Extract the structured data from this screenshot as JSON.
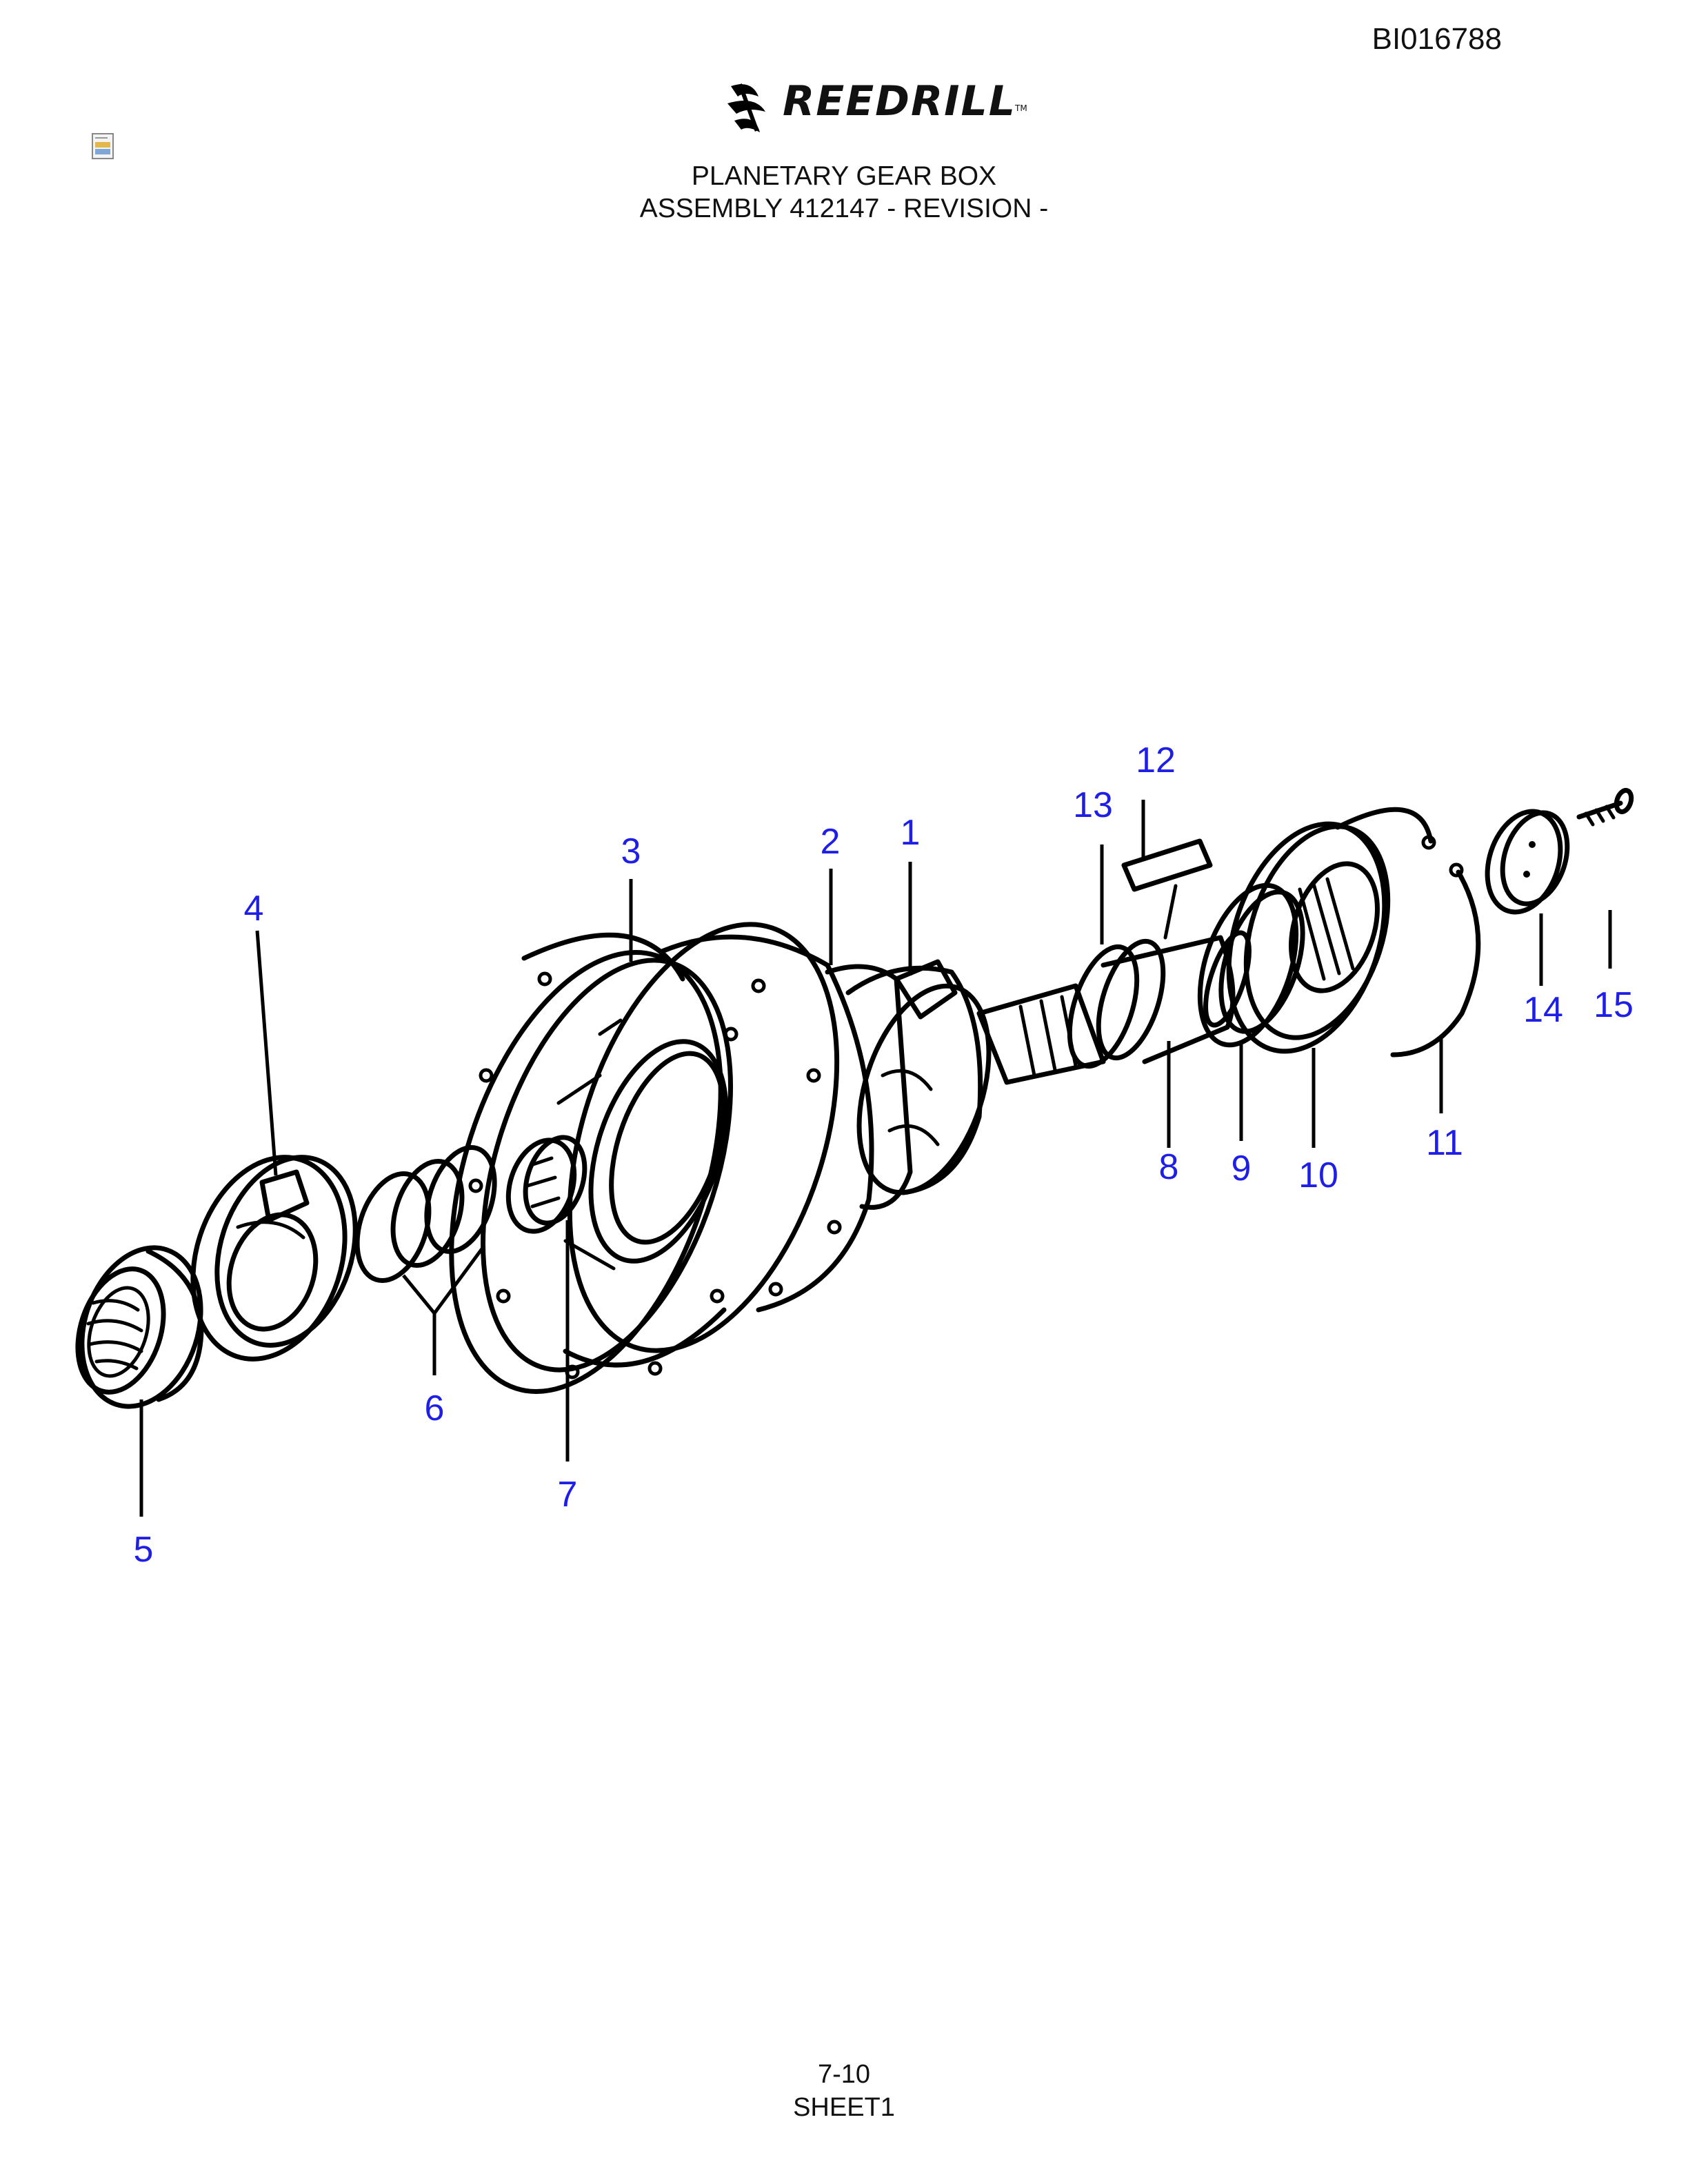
{
  "header": {
    "doc_id": "BI016788",
    "brand": "REEDRILL",
    "brand_tm": "TM",
    "title_line1": "PLANETARY GEAR BOX",
    "title_line2": "ASSEMBLY 412147 - REVISION -"
  },
  "icons": [
    "reedrill-logo-icon",
    "file-icon"
  ],
  "callouts": [
    "1",
    "2",
    "3",
    "4",
    "5",
    "6",
    "7",
    "8",
    "9",
    "10",
    "11",
    "12",
    "13",
    "14",
    "15"
  ],
  "footer": {
    "page": "7-10",
    "sheet": "SHEET1"
  },
  "colors": {
    "callout": "#1e1ee6",
    "linework": "#000000"
  }
}
